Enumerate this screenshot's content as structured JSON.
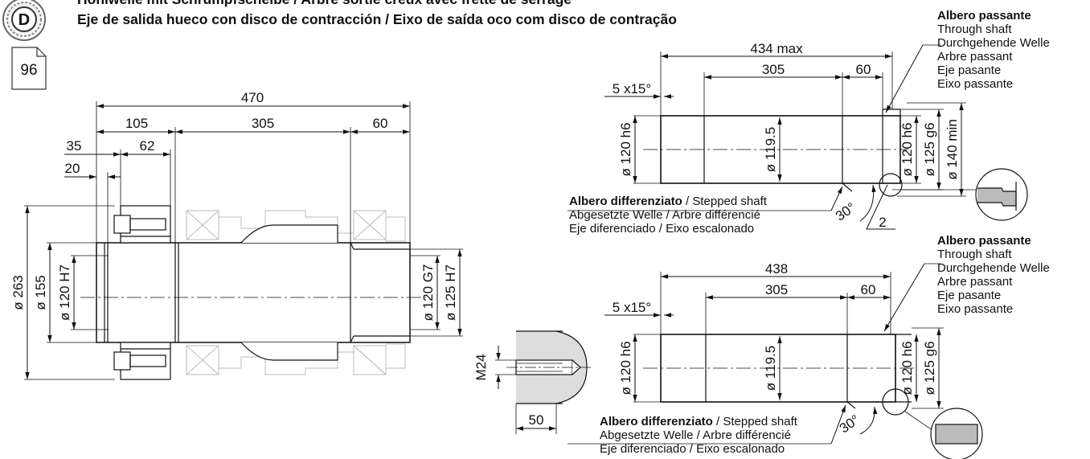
{
  "header": {
    "title_line1": "Hohlwelle mit Schrumpfscheibe / Arbre sortie creux avec frette de serrage",
    "title_line2": "Eje de salida hueco con disco de contracción / Eixo de saída oco com disco de contração",
    "logo_letter": "D",
    "page_number": "96"
  },
  "left_view": {
    "dims": {
      "total": "470",
      "d105": "105",
      "d305": "305",
      "d60": "60",
      "d35": "35",
      "d62": "62",
      "d20": "20",
      "dia263": "ø 263",
      "dia155": "ø 155",
      "dia120h7": "ø 120 H7",
      "dia120g7": "ø 120 G7",
      "dia125h7": "ø 125 H7"
    }
  },
  "detail_view": {
    "thread": "M24",
    "depth": "50"
  },
  "through_shaft_label": {
    "title": "Albero passante",
    "lines": [
      "Through shaft",
      "Durchgehende Welle",
      "Arbre passant",
      "Eje pasante",
      "Eixo passante"
    ]
  },
  "stepped_shaft_label": {
    "title": "Albero differenziato",
    "line1_rest": " / Stepped shaft",
    "line2": "Abgesetzte Welle / Arbre différencié",
    "line3": "Eje diferenciado / Eixo escalonado"
  },
  "top_right_view": {
    "dims": {
      "total": "434 max",
      "d305": "305",
      "d60": "60",
      "chamfer": "5 x15°",
      "dia120h6_left": "ø 120 h6",
      "dia119": "ø 119.5",
      "dia120h6_right": "ø 120 h6",
      "dia125g6": "ø 125 g6",
      "dia140min": "ø 140 min",
      "angle": "30°",
      "radius": "2"
    }
  },
  "bottom_right_view": {
    "dims": {
      "total": "438",
      "d305": "305",
      "d60": "60",
      "chamfer": "5 x15°",
      "dia120h6_left": "ø 120 h6",
      "dia119": "ø 119.5",
      "dia120h6_right": "ø 120 h6",
      "dia125g6": "ø 125 g6",
      "angle": "30°"
    }
  }
}
